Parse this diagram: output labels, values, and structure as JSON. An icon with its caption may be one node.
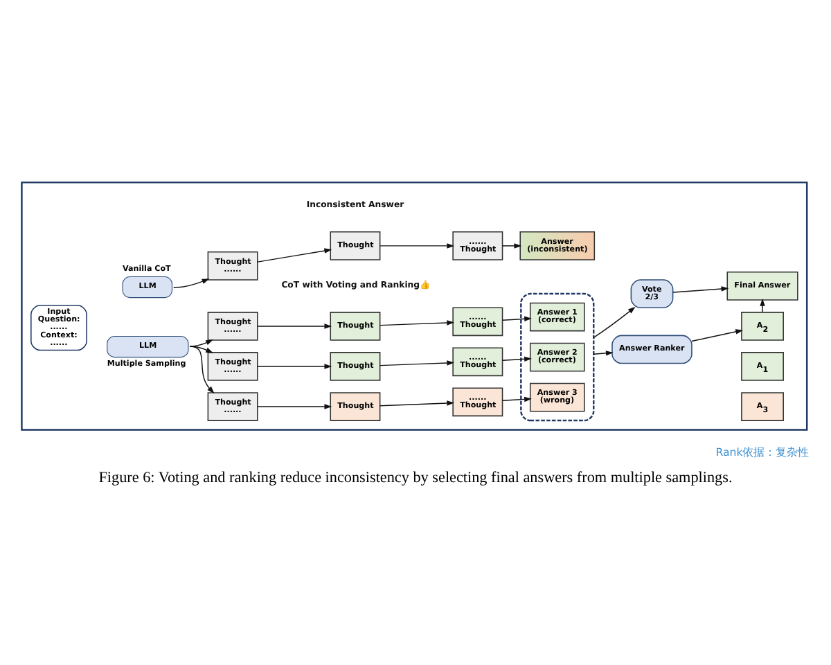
{
  "diagram": {
    "caption": "Figure 6: Voting and ranking reduce inconsistency by selecting final answers from multiple samplings.",
    "nodes": [
      {
        "text": [],
        "shape": "box"
      },
      {
        "text": [
          "Input",
          "Question:",
          "......",
          "Context:",
          "......"
        ],
        "in": 0
      },
      {
        "text": [
          "LLM"
        ],
        "beside": [
          "Vanilla CoT"
        ],
        "in": 0
      },
      {
        "text": [
          "Thought",
          "......"
        ],
        "in": 0
      },
      {
        "text": [
          "Thought"
        ],
        "in": 0
      },
      {
        "text": [
          "......",
          "Thought"
        ],
        "in": 0
      },
      {
        "text": [
          "Answer",
          "(inconsistent)"
        ],
        "in": 0
      },
      {
        "text": [
          "LLM"
        ],
        "beside": [
          "Multiple Sampling"
        ],
        "in": 0
      },
      {
        "text": [
          "Thought",
          "......"
        ],
        "in": 0
      },
      {
        "text": [
          "Thought"
        ],
        "in": 0
      },
      {
        "text": [
          "......",
          "Thought"
        ],
        "in": 0
      },
      {
        "text": [
          "Thought",
          "......"
        ],
        "in": 0
      },
      {
        "text": [
          "Thought"
        ],
        "in": 0
      },
      {
        "text": [
          "......",
          "Thought"
        ],
        "in": 0
      },
      {
        "text": [
          "Thought",
          "......"
        ],
        "in": 0
      },
      {
        "text": [
          "Thought"
        ],
        "in": 0
      },
      {
        "text": [
          "......",
          "Thought"
        ],
        "in": 0
      },
      {
        "text": [],
        "shape": "box",
        "in": 0
      },
      {
        "text": [
          "Answer 1",
          "(correct)"
        ],
        "in": 17
      },
      {
        "text": [
          "Answer 2",
          "(correct)"
        ],
        "in": 17
      },
      {
        "text": [
          "Answer 3",
          "(wrong)"
        ],
        "in": 17
      },
      {
        "text": [
          "Vote",
          "2/3"
        ],
        "in": 0
      },
      {
        "text": [
          "Final Answer"
        ],
        "in": 0
      },
      {
        "text": [
          "Answer Ranker"
        ],
        "in": 0
      },
      {
        "text": [
          "A$_{2}$"
        ],
        "in": 0
      },
      {
        "text": [
          "A$_{1}$"
        ],
        "in": 0
      },
      {
        "text": [
          "A$_{3}$"
        ],
        "in": 0
      }
    ],
    "edges": [
      {
        "from": 2,
        "to": 3,
        "arrow": "to"
      },
      {
        "from": 3,
        "to": 4,
        "arrow": "to"
      },
      {
        "from": 4,
        "to": 5,
        "arrow": "to"
      },
      {
        "from": 5,
        "to": 6,
        "arrow": "to"
      },
      {
        "from": 7,
        "to": 8,
        "arrow": "to"
      },
      {
        "from": 7,
        "to": 11,
        "arrow": "to"
      },
      {
        "from": 7,
        "to": 14,
        "arrow": "to"
      },
      {
        "from": 8,
        "to": 9,
        "arrow": "to"
      },
      {
        "from": 9,
        "to": 10,
        "arrow": "to"
      },
      {
        "from": 10,
        "to": 18,
        "arrow": "to"
      },
      {
        "from": 11,
        "to": 12,
        "arrow": "to"
      },
      {
        "from": 12,
        "to": 13,
        "arrow": "to"
      },
      {
        "from": 13,
        "to": 19,
        "arrow": "to"
      },
      {
        "from": 14,
        "to": 15,
        "arrow": "to"
      },
      {
        "from": 15,
        "to": 16,
        "arrow": "to"
      },
      {
        "from": 16,
        "to": 20,
        "arrow": "to"
      },
      {
        "from": 17,
        "to": 21,
        "arrow": "to"
      },
      {
        "from": 21,
        "to": 22,
        "arrow": "to"
      },
      {
        "from": 17,
        "to": 23,
        "arrow": "to"
      },
      {
        "from": 23,
        "to": 24,
        "arrow": "to"
      },
      {
        "from": 24,
        "to": 22,
        "arrow": "to"
      }
    ],
    "labels": [
      "Inconsistent Answer",
      "CoT with Voting and Ranking👍",
      "Rank依据：复杂性"
    ]
  }
}
